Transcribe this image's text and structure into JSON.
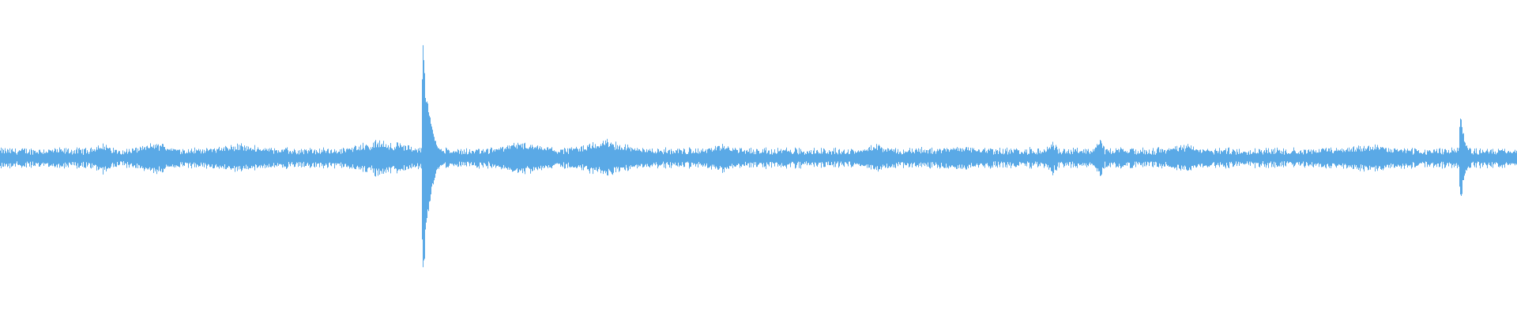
{
  "waveform": {
    "color": "#5aa9e6",
    "baseline_amplitude": 0.035,
    "duration_fraction_peaks": [
      {
        "position": 0.2785,
        "amplitude": 0.44,
        "decay": 0.0045
      },
      {
        "position": 0.9625,
        "amplitude": 0.16,
        "decay": 0.0035
      }
    ],
    "activity_bands": [
      {
        "start": 0.06,
        "end": 0.075,
        "level": 0.06
      },
      {
        "start": 0.085,
        "end": 0.12,
        "level": 0.055
      },
      {
        "start": 0.125,
        "end": 0.19,
        "level": 0.05
      },
      {
        "start": 0.225,
        "end": 0.278,
        "level": 0.065
      },
      {
        "start": 0.325,
        "end": 0.365,
        "level": 0.06
      },
      {
        "start": 0.375,
        "end": 0.425,
        "level": 0.065
      },
      {
        "start": 0.46,
        "end": 0.49,
        "level": 0.05
      },
      {
        "start": 0.565,
        "end": 0.59,
        "level": 0.05
      },
      {
        "start": 0.615,
        "end": 0.65,
        "level": 0.045
      },
      {
        "start": 0.69,
        "end": 0.697,
        "level": 0.07
      },
      {
        "start": 0.72,
        "end": 0.728,
        "level": 0.075
      },
      {
        "start": 0.765,
        "end": 0.8,
        "level": 0.05
      },
      {
        "start": 0.875,
        "end": 0.93,
        "level": 0.05
      }
    ]
  }
}
